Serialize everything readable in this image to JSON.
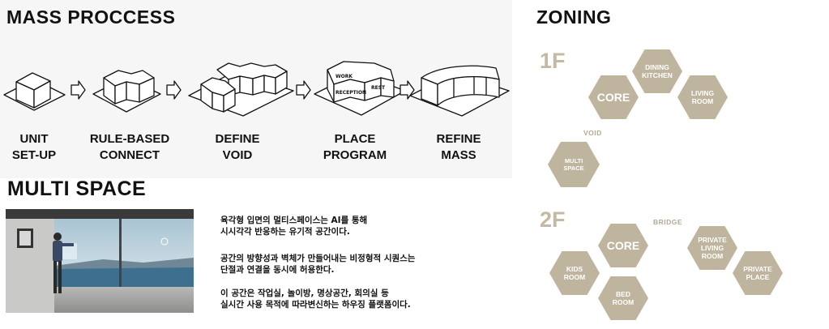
{
  "mass_process": {
    "title": "MASS PROCCESS",
    "steps": [
      {
        "label": "UNIT\nSET-UP"
      },
      {
        "label": "RULE-BASED\nCONNECT"
      },
      {
        "label": "DEFINE\nVOID"
      },
      {
        "label": "PLACE\nPROGRAM"
      },
      {
        "label": "REFINE\nMASS"
      }
    ],
    "model_tags": [
      "WORK",
      "RECEPTION",
      "REST"
    ]
  },
  "multi_space": {
    "title": "MULTI SPACE",
    "paragraphs": [
      "육각형 입면의 멀티스페이스는 AI를 통해\n시시각각 반응하는 유기적 공간이다.",
      "공간의 방향성과 벽체가 만들어내는 비정형적 시퀀스는\n단절과 연결을 동시에 허용한다.",
      "이 공간은 작업실, 놀이방, 명상공간, 회의실 등\n실시간 사용 목적에 따라변신하는 하우징 플랫폼이다."
    ]
  },
  "zoning": {
    "title": "ZONING",
    "floor1": {
      "label": "1F",
      "void_label": "VOID",
      "rooms": [
        "CORE",
        "DINING\nKITCHEN",
        "LIVING\nROOM",
        "MULTI\nSPACE"
      ]
    },
    "floor2": {
      "label": "2F",
      "bridge_label": "BRIDGE",
      "rooms": [
        "CORE",
        "KIDS\nROOM",
        "BED\nROOM",
        "PRIVATE\nLIVING\nROOM",
        "PRIVATE\nPLACE"
      ]
    },
    "hex_color": "#bfb49d"
  }
}
